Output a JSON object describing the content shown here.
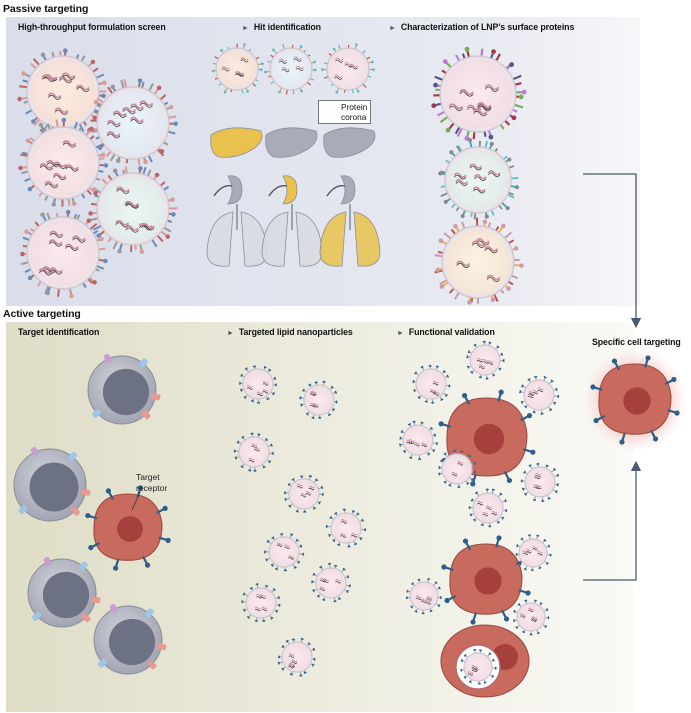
{
  "passive": {
    "title": "Passive targeting",
    "panels": {
      "screen": "High-throughput formulation screen",
      "hit": "Hit identification",
      "characterization": "Characterization of LNP’s surface proteins"
    },
    "legend": {
      "line1": "Protein",
      "line2": "corona"
    }
  },
  "active": {
    "title": "Active targeting",
    "panels": {
      "target_id": "Target identification",
      "targeted_lnp": "Targeted lipid nanoparticles",
      "validation": "Functional validation"
    },
    "receptor_label": {
      "line1": "Target",
      "line2": "receptor"
    }
  },
  "outcome": {
    "title": "Specific cell targeting"
  },
  "colors": {
    "passive_bg": "#dde2ec",
    "active_bg": "#e6e4d3",
    "lnp_outline": "#cfc4cc",
    "target_cell": "#c86b5e",
    "target_nucleus": "#a5403c",
    "nontarget_cell": "#a9acb8",
    "receptor_blue": "#2e5e8a",
    "organ_highlight": "#e8c24c",
    "organ_grey": "#a7acb8"
  }
}
